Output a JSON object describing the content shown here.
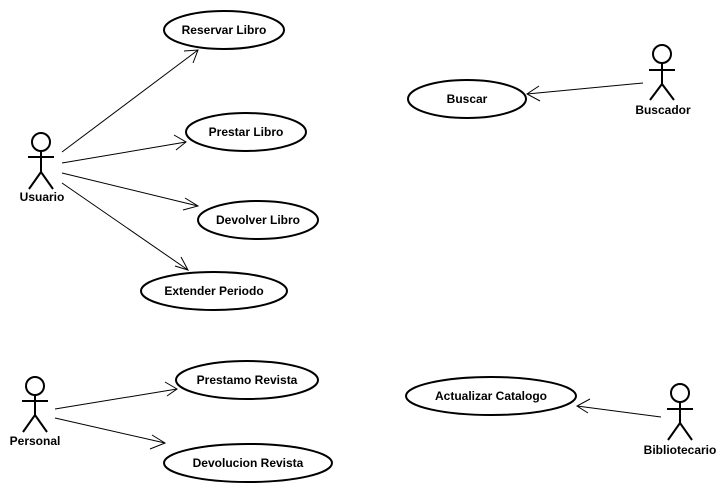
{
  "actors": [
    {
      "id": "usuario",
      "label": "Usuario"
    },
    {
      "id": "buscador",
      "label": "Buscador"
    },
    {
      "id": "personal",
      "label": "Personal"
    },
    {
      "id": "bibliotecario",
      "label": "Bibliotecario"
    }
  ],
  "use_cases": [
    {
      "id": "reservar",
      "label": "Reservar Libro"
    },
    {
      "id": "prestar",
      "label": "Prestar Libro"
    },
    {
      "id": "devolver",
      "label": "Devolver Libro"
    },
    {
      "id": "extender",
      "label": "Extender Periodo"
    },
    {
      "id": "buscar",
      "label": "Buscar"
    },
    {
      "id": "prestamo_revista",
      "label": "Prestamo Revista"
    },
    {
      "id": "devolucion_revista",
      "label": "Devolucion Revista"
    },
    {
      "id": "actualizar",
      "label": "Actualizar Catalogo"
    }
  ],
  "associations": [
    {
      "from": "usuario",
      "to": "reservar"
    },
    {
      "from": "usuario",
      "to": "prestar"
    },
    {
      "from": "usuario",
      "to": "devolver"
    },
    {
      "from": "usuario",
      "to": "extender"
    },
    {
      "from": "buscador",
      "to": "buscar"
    },
    {
      "from": "personal",
      "to": "prestamo_revista"
    },
    {
      "from": "personal",
      "to": "devolucion_revista"
    },
    {
      "from": "bibliotecario",
      "to": "actualizar"
    }
  ]
}
